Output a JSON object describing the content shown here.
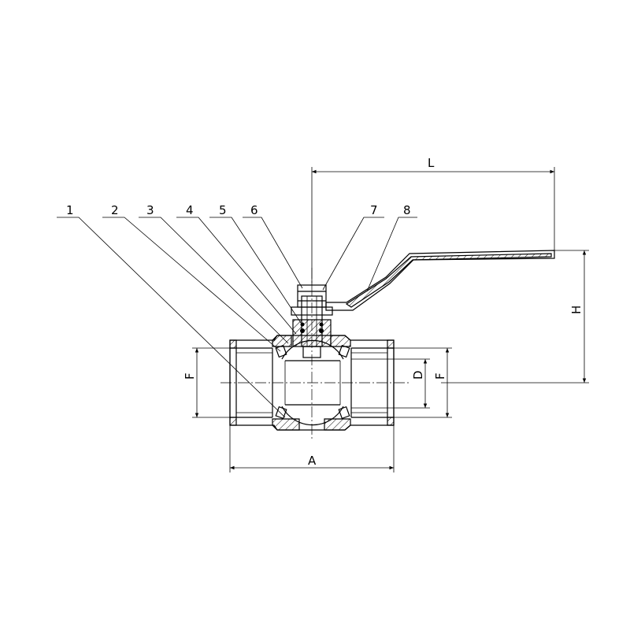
{
  "diagram": {
    "part_numbers": [
      "1",
      "2",
      "3",
      "4",
      "5",
      "6",
      "7",
      "8"
    ],
    "dimensions": {
      "L": "L",
      "H": "H",
      "A": "A",
      "D": "D",
      "F_left": "F",
      "F_right": "F"
    }
  }
}
